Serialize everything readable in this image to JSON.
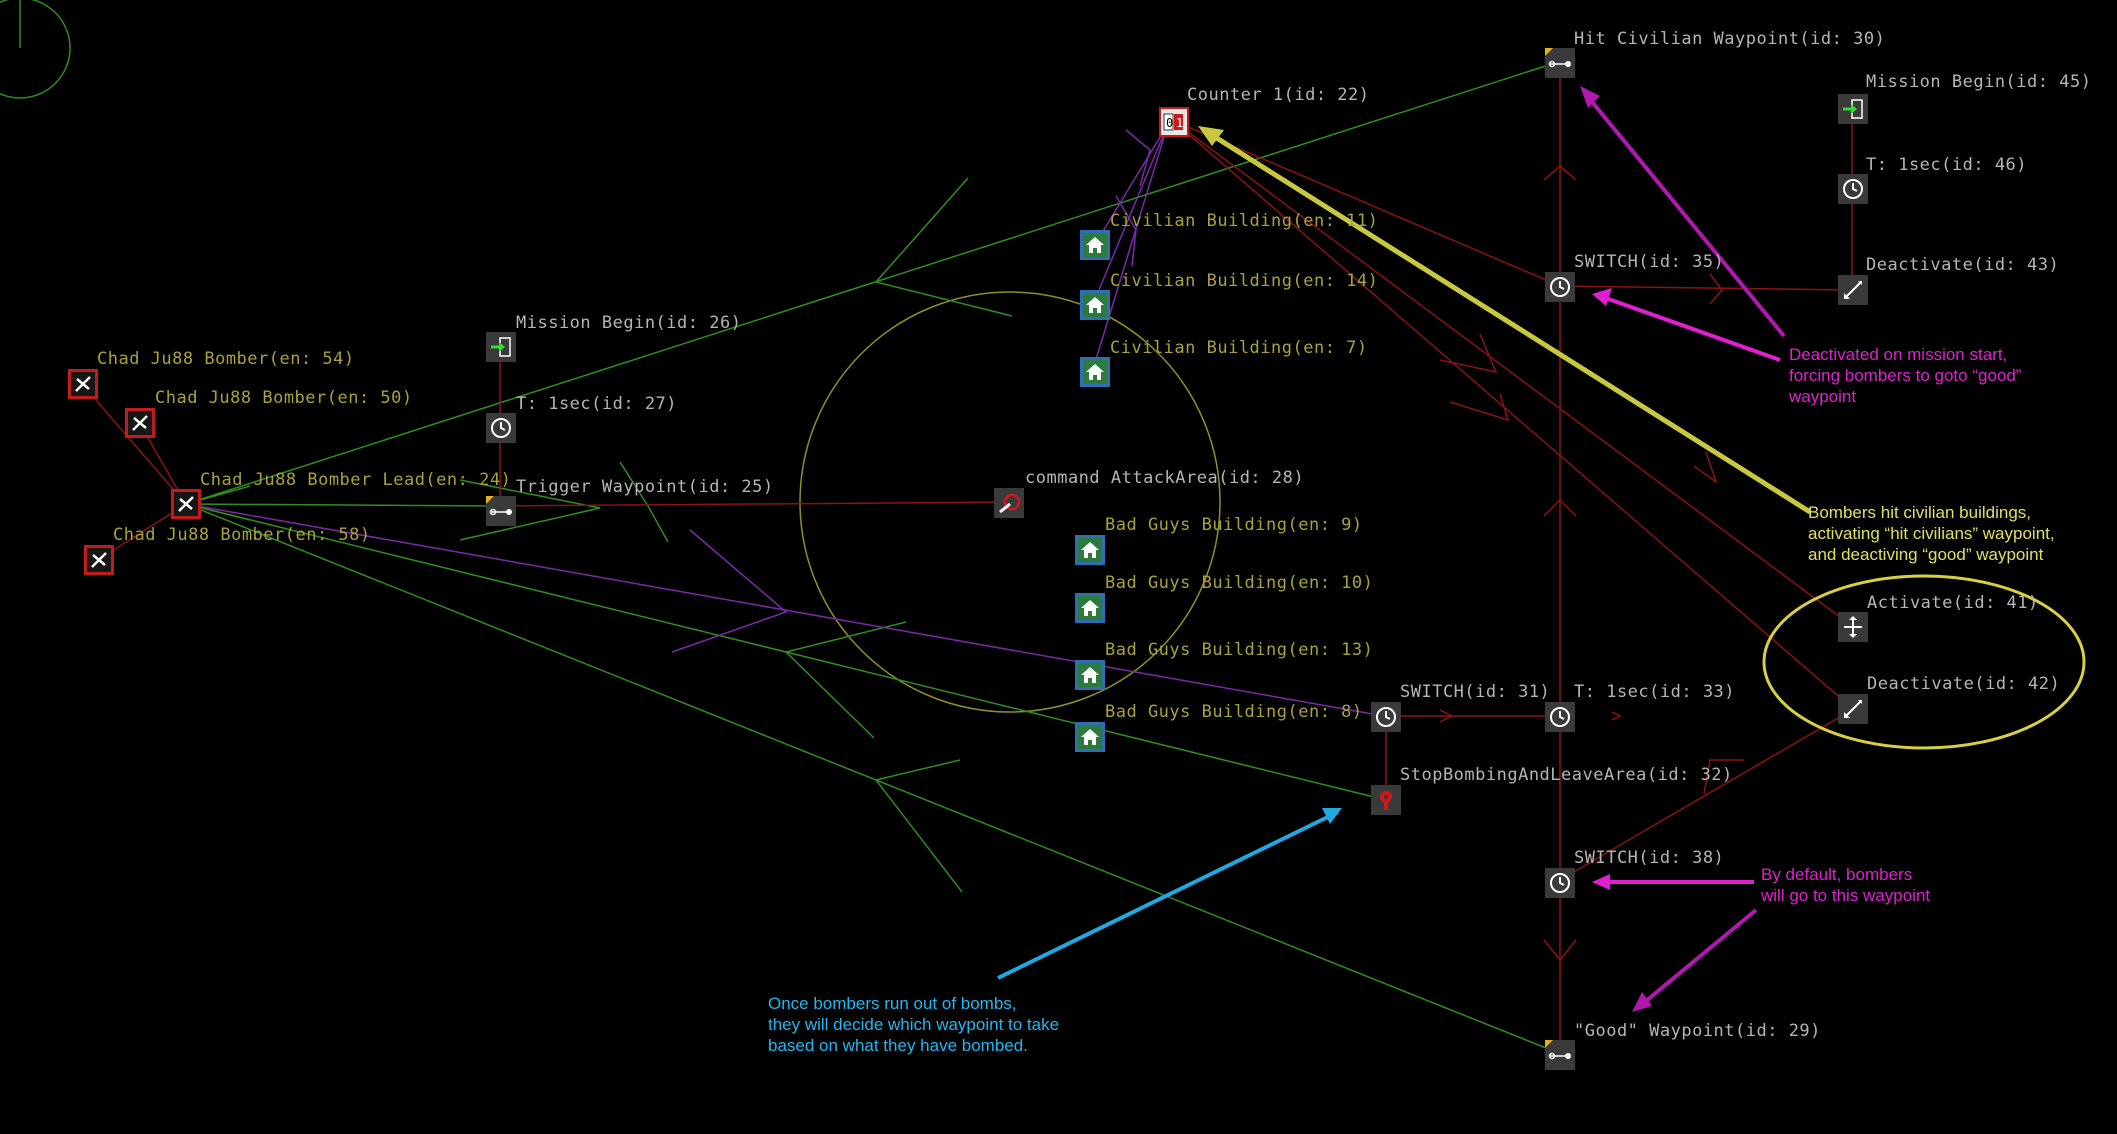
{
  "colors": {
    "background": "#000000",
    "link_red": "#8a1414",
    "link_green": "#2f8f1f",
    "link_purple": "#7a2aa8",
    "node_label": "#b5b5b5",
    "entity_label": "#a8a23a",
    "note_magenta": "#e020d0",
    "note_yellow": "#e0e060",
    "note_blue": "#20b8f0",
    "area_circle": "#8f8f2a"
  },
  "labels": {
    "hit_civilian_wp": "Hit Civilian Waypoint(id: 30)",
    "mission_begin_45": "Mission Begin(id: 45)",
    "timer_46": "T: 1sec(id: 46)",
    "deactivate_43": "Deactivate(id: 43)",
    "switch_35": "SWITCH(id: 35)",
    "counter_22": "Counter 1(id: 22)",
    "civ_bldg_11": "Civilian Building(en: 11)",
    "civ_bldg_14": "Civilian Building(en: 14)",
    "civ_bldg_7": "Civilian Building(en: 7)",
    "mission_begin_26": "Mission Begin(id: 26)",
    "timer_27": "T: 1sec(id: 27)",
    "trigger_wp_25": "Trigger Waypoint(id: 25)",
    "cmd_attack_28": "command AttackArea(id: 28)",
    "bomber_54": "Chad Ju88 Bomber(en: 54)",
    "bomber_50": "Chad Ju88 Bomber(en: 50)",
    "bomber_lead_24": "Chad Ju88 Bomber Lead(en: 24)",
    "bomber_58": "Chad Ju88 Bomber(en: 58)",
    "bad_bldg_9": "Bad Guys Building(en: 9)",
    "bad_bldg_10": "Bad Guys Building(en: 10)",
    "bad_bldg_13": "Bad Guys Building(en: 13)",
    "bad_bldg_8": "Bad Guys Building(en: 8)",
    "switch_31": "SWITCH(id: 31)",
    "timer_33": "T: 1sec(id: 33)",
    "stop_bombing_32": "StopBombingAndLeaveArea(id: 32)",
    "switch_38": "SWITCH(id: 38)",
    "good_wp_29": "\"Good\" Waypoint(id: 29)",
    "activate_41": "Activate(id: 41)",
    "deactivate_42": "Deactivate(id: 42)",
    "counter_digits": "01"
  },
  "notes": {
    "deactivated": [
      "Deactivated on mission start,",
      "forcing bombers to goto “good”",
      "waypoint"
    ],
    "bombers_hit": [
      "Bombers hit civilian buildings,",
      "activating “hit civilians” waypoint,",
      "and deactiving “good” waypoint"
    ],
    "by_default": [
      "By default, bombers",
      "will go to this waypoint"
    ],
    "out_of_bombs": [
      "Once bombers run out of bombs,",
      "they will decide which waypoint to take",
      "based on what they have bombed."
    ]
  },
  "icons": {
    "waypoint": "waypoint-icon",
    "mission_begin": "enter-icon",
    "timer": "clock-icon",
    "deactivate": "deactivate-arrow-icon",
    "activate": "activate-arrows-icon",
    "counter": "counter-icon",
    "building": "house-icon",
    "bomber": "plane-icon",
    "attack": "attack-command-icon",
    "stop_bombing": "stop-command-icon"
  }
}
